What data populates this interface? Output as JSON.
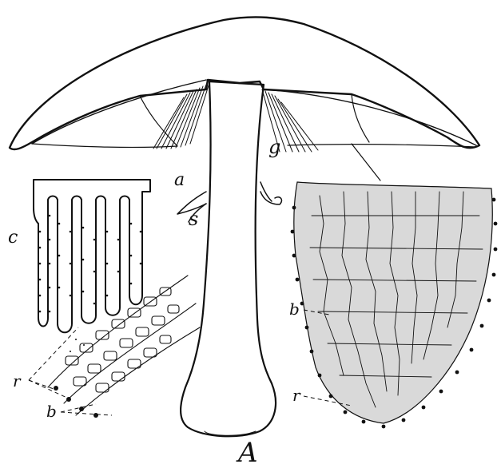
{
  "figure": {
    "main_label": "A",
    "labels": {
      "a": "a",
      "g": "g",
      "s": "s",
      "c": "c",
      "b": "b",
      "r": "r"
    },
    "colors": {
      "ink": "#111111",
      "paper": "#ffffff",
      "tissue": "#d9d9d9"
    }
  }
}
